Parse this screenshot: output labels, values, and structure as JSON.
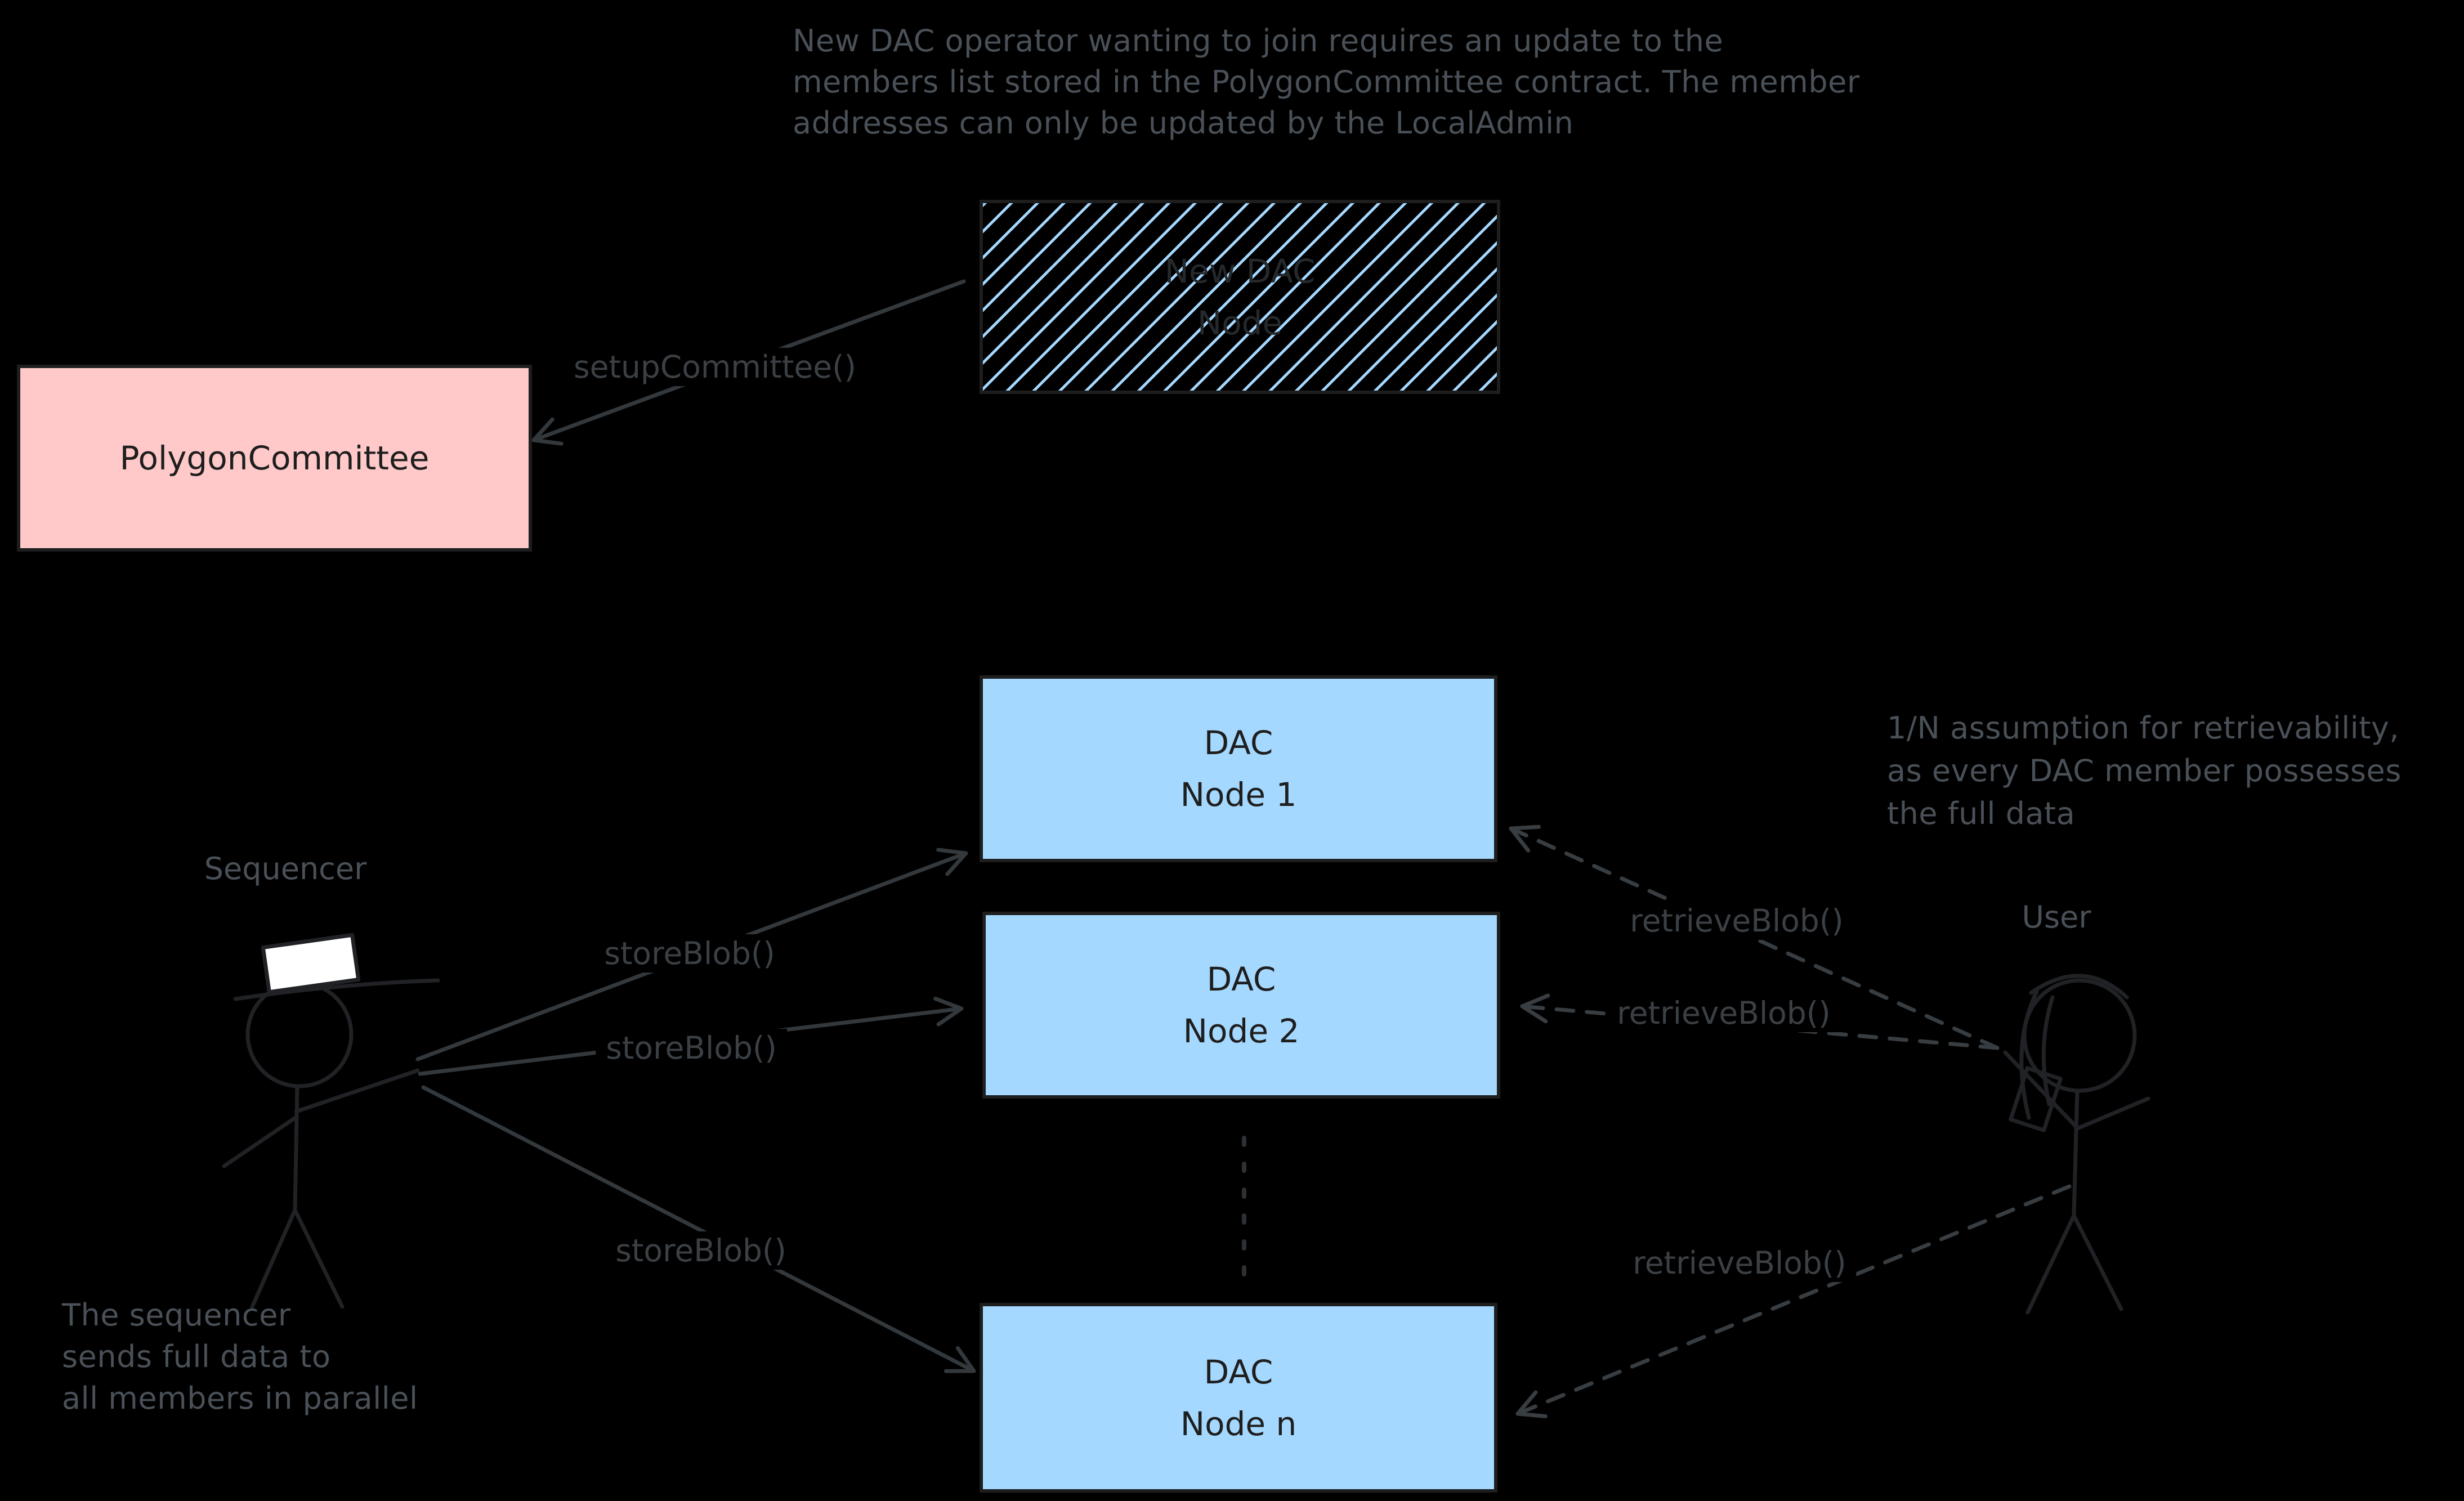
{
  "diagram": {
    "background": "#000000",
    "notes": {
      "top": [
        "New DAC operator wanting to join requires an update to the",
        "members list stored in the PolygonCommittee contract. The member",
        "addresses can only be updated by the LocalAdmin"
      ],
      "retrievability": [
        "1/N assumption for retrievability,",
        "as every DAC member possesses",
        "the full data"
      ],
      "sequencer": [
        "The sequencer",
        "sends full data to",
        "all members in parallel"
      ]
    },
    "actors": {
      "sequencer": "Sequencer",
      "user": "User"
    },
    "boxes": {
      "new_dac_node": {
        "line1": "New DAC",
        "line2": "Node"
      },
      "polygon_committee": {
        "label": "PolygonCommittee"
      },
      "dac_node_1": {
        "line1": "DAC",
        "line2": "Node 1"
      },
      "dac_node_2": {
        "line1": "DAC",
        "line2": "Node 2"
      },
      "dac_node_n": {
        "line1": "DAC",
        "line2": "Node n"
      }
    },
    "edges": {
      "setup_committee": "setupCommittee()",
      "store_blob_1": "storeBlob()",
      "store_blob_2": "storeBlob()",
      "store_blob_n": "storeBlob()",
      "retrieve_blob_1": "retrieveBlob()",
      "retrieve_blob_2": "retrieveBlob()",
      "retrieve_blob_n": "retrieveBlob()"
    },
    "colors": {
      "node_fill": "#a5d8ff",
      "contract_fill": "#ffc9c9",
      "hatch_stroke": "#a5d8ff",
      "box_border": "#1e1e1e",
      "annotation_text": "#495057",
      "edge_label_text": "#3b4045",
      "solid_arrow": "#33383c",
      "dashed_arrow": "#383d42",
      "box_label_text": "#1e1e1e",
      "figure_stroke": "#202225",
      "hat_fill": "#ffffff"
    }
  }
}
